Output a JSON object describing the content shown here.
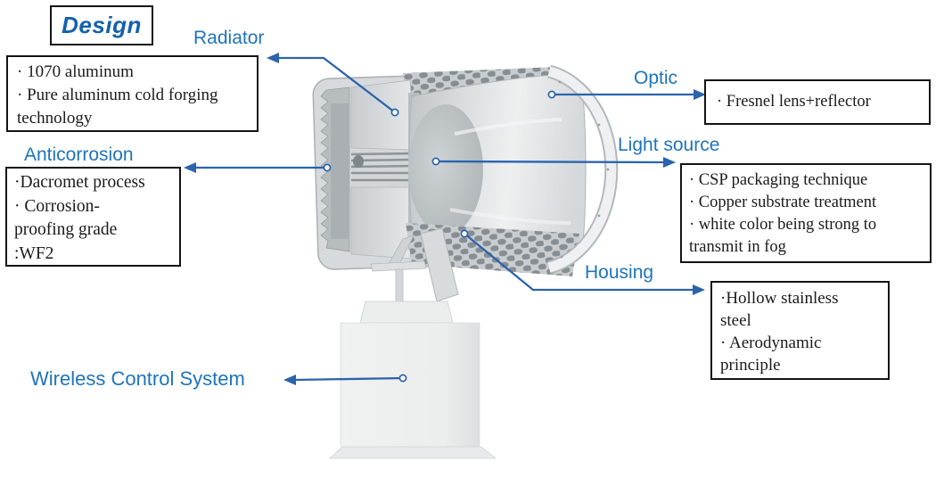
{
  "colors": {
    "label_blue": "#1e74bd",
    "design_blue": "#1261ad",
    "arrow_blue": "#2b63ad",
    "box_border": "#141414",
    "text_dark": "#1b1b1b"
  },
  "design_badge": {
    "label": "Design"
  },
  "callouts": [
    {
      "key": "radiator",
      "label": "Radiator",
      "lines": [
        "· 1070 aluminum",
        "· Pure aluminum cold forging",
        "technology"
      ]
    },
    {
      "key": "anticorrosion",
      "label": "Anticorrosion",
      "lines": [
        "·Dacromet process",
        "· Corrosion-",
        "proofing grade",
        ":WF2"
      ]
    },
    {
      "key": "optic",
      "label": "Optic",
      "lines": [
        "· Fresnel lens+reflector"
      ]
    },
    {
      "key": "light_source",
      "label": "Light source",
      "lines": [
        "· CSP packaging technique",
        "· Copper substrate treatment",
        "· white color being strong to",
        "transmit in fog"
      ]
    },
    {
      "key": "housing",
      "label": "Housing",
      "lines": [
        "·Hollow stainless",
        "steel",
        "· Aerodynamic",
        "principle"
      ]
    },
    {
      "key": "wireless",
      "label": "Wireless Control System",
      "lines": []
    }
  ]
}
